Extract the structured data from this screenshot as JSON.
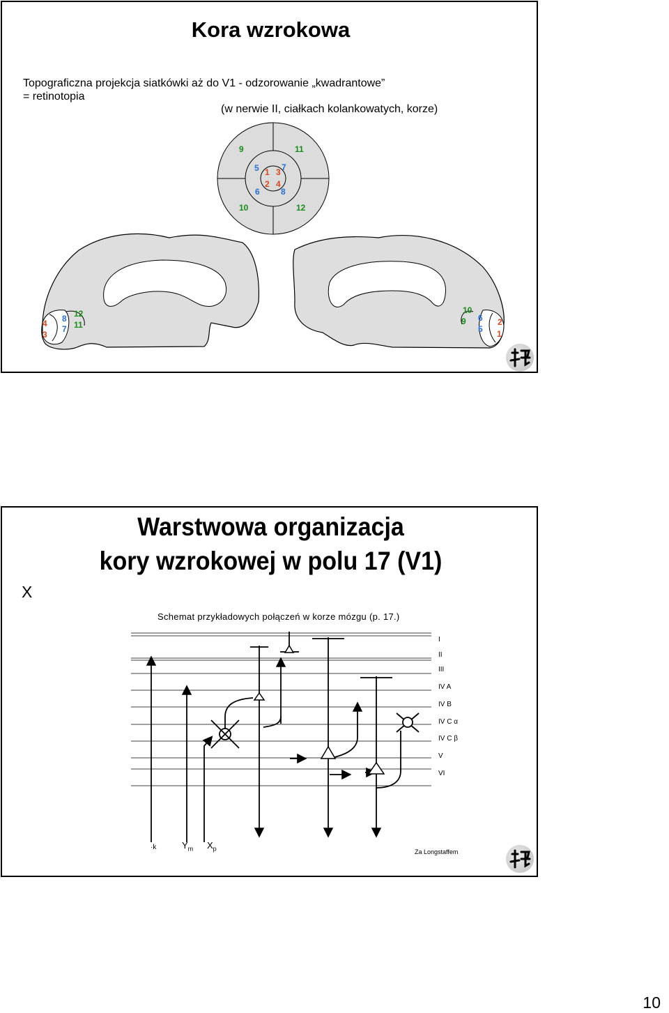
{
  "slide1": {
    "title": "Kora wzrokowa",
    "line1": "Topograficzna projekcja siatkówki aż do V1 - odzorowanie „kwadrantowe”",
    "line2": "= retinotopia",
    "line3": "(w nerwie II, ciałkach kolankowatych, korze)",
    "retina": {
      "n9": "9",
      "n11": "11",
      "n5": "5",
      "n1": "1",
      "n3": "3",
      "n7": "7",
      "n2": "2",
      "n4": "4",
      "n6": "6",
      "n8": "8",
      "n10": "10",
      "n12": "12"
    },
    "left_brain": {
      "n4": "4",
      "n3": "3",
      "n8": "8",
      "n7": "7",
      "n12": "12",
      "n11": "11"
    },
    "right_brain": {
      "n10": "10",
      "n9": "9",
      "n6": "6",
      "n5": "5",
      "n2": "2",
      "n1": "1"
    },
    "colors": {
      "green": "#1a8a1a",
      "blue": "#2a6fd6",
      "red": "#d9461e"
    }
  },
  "slide2": {
    "title_line1": "Warstwowa organizacja",
    "title_line2": "kory wzrokowej w polu 17 (V1)",
    "side_mark": "X",
    "caption": "Schemat przykładowych połączeń w korze mózgu (p. 17.)",
    "layers": [
      "I",
      "II",
      "III",
      "IV A",
      "IV B",
      "IV C α",
      "IV C β",
      "V",
      "VI"
    ],
    "bottom_labels": {
      "k": "k",
      "y": "Y",
      "y_sub": "m",
      "x": "X",
      "x_sub": "p"
    },
    "credit": "Za Longstaffem"
  },
  "page_number": "10"
}
